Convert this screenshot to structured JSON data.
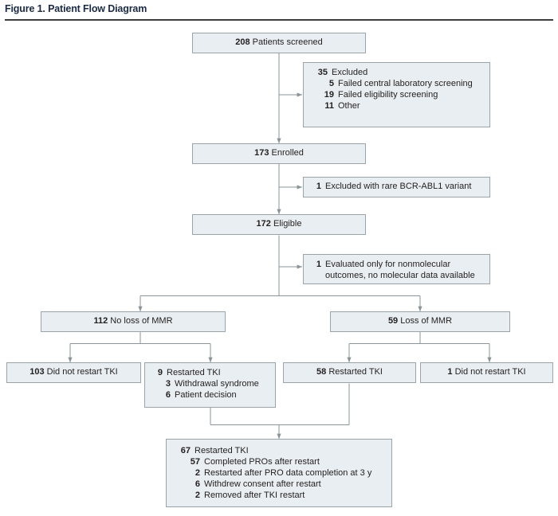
{
  "figure": {
    "title": "Figure 1. Patient Flow Diagram",
    "rule_color": "#3d3d3d",
    "box_fill": "#e8eef1",
    "box_border": "#9aa3a8",
    "connector_color": "#8a9499",
    "text_color": "#231f20",
    "title_color": "#1b2a44"
  },
  "chart_data": {
    "type": "diagram",
    "title": "Figure 1. Patient Flow Diagram",
    "nodes": [
      {
        "id": "screened",
        "count": "208",
        "label": "Patients screened"
      },
      {
        "id": "excluded",
        "count": "35",
        "label": "Excluded",
        "children": [
          {
            "count": "5",
            "label": "Failed central laboratory screening"
          },
          {
            "count": "19",
            "label": "Failed eligibility screening"
          },
          {
            "count": "11",
            "label": "Other"
          }
        ]
      },
      {
        "id": "enrolled",
        "count": "173",
        "label": "Enrolled"
      },
      {
        "id": "excl_variant",
        "count": "1",
        "label": "Excluded with rare BCR-ABL1 variant"
      },
      {
        "id": "eligible",
        "count": "172",
        "label": "Eligible"
      },
      {
        "id": "nonmolecular",
        "count": "1",
        "label": "Evaluated only for nonmolecular outcomes, no molecular data available",
        "label_line1": "Evaluated only for nonmolecular",
        "label_line2": "outcomes, no molecular data available"
      },
      {
        "id": "no_loss_mmr",
        "count": "112",
        "label": "No loss of MMR"
      },
      {
        "id": "loss_mmr",
        "count": "59",
        "label": "Loss of MMR"
      },
      {
        "id": "nl_norestart",
        "count": "103",
        "label": "Did not restart TKI"
      },
      {
        "id": "nl_restart",
        "count": "9",
        "label": "Restarted TKI",
        "children": [
          {
            "count": "3",
            "label": "Withdrawal syndrome"
          },
          {
            "count": "6",
            "label": "Patient decision"
          }
        ]
      },
      {
        "id": "l_restart",
        "count": "58",
        "label": "Restarted TKI"
      },
      {
        "id": "l_norestart",
        "count": "1",
        "label": "Did not restart TKI"
      },
      {
        "id": "total_restart",
        "count": "67",
        "label": "Restarted TKI",
        "children": [
          {
            "count": "57",
            "label": "Completed PROs after restart"
          },
          {
            "count": "2",
            "label": "Restarted after PRO data completion at 3 y"
          },
          {
            "count": "6",
            "label": "Withdrew consent after restart"
          },
          {
            "count": "2",
            "label": "Removed after TKI restart"
          }
        ]
      }
    ],
    "edges": [
      {
        "from": "screened",
        "to": "excluded",
        "type": "side"
      },
      {
        "from": "screened",
        "to": "enrolled",
        "type": "down"
      },
      {
        "from": "enrolled",
        "to": "excl_variant",
        "type": "side"
      },
      {
        "from": "enrolled",
        "to": "eligible",
        "type": "down"
      },
      {
        "from": "eligible",
        "to": "nonmolecular",
        "type": "side"
      },
      {
        "from": "eligible",
        "to": "no_loss_mmr",
        "type": "split"
      },
      {
        "from": "eligible",
        "to": "loss_mmr",
        "type": "split"
      },
      {
        "from": "no_loss_mmr",
        "to": "nl_norestart",
        "type": "split"
      },
      {
        "from": "no_loss_mmr",
        "to": "nl_restart",
        "type": "split"
      },
      {
        "from": "loss_mmr",
        "to": "l_restart",
        "type": "split"
      },
      {
        "from": "loss_mmr",
        "to": "l_norestart",
        "type": "split"
      },
      {
        "from": "nl_restart",
        "to": "total_restart",
        "type": "merge"
      },
      {
        "from": "l_restart",
        "to": "total_restart",
        "type": "merge"
      }
    ]
  },
  "nodes": {
    "screened": {
      "count": "208",
      "label": "Patients screened"
    },
    "excluded": {
      "count": "35",
      "label": "Excluded",
      "c1n": "5",
      "c1l": "Failed central laboratory screening",
      "c2n": "19",
      "c2l": "Failed eligibility screening",
      "c3n": "11",
      "c3l": "Other"
    },
    "enrolled": {
      "count": "173",
      "label": "Enrolled"
    },
    "excl_variant": {
      "count": "1",
      "label": "Excluded with rare BCR-ABL1 variant"
    },
    "eligible": {
      "count": "172",
      "label": "Eligible"
    },
    "nonmolecular": {
      "count": "1",
      "line1": "Evaluated only for nonmolecular",
      "line2": "outcomes, no molecular data available"
    },
    "no_loss_mmr": {
      "count": "112",
      "label": "No loss of MMR"
    },
    "loss_mmr": {
      "count": "59",
      "label": "Loss of MMR"
    },
    "nl_norestart": {
      "count": "103",
      "label": "Did not restart TKI"
    },
    "nl_restart": {
      "count": "9",
      "label": "Restarted TKI",
      "c1n": "3",
      "c1l": "Withdrawal syndrome",
      "c2n": "6",
      "c2l": "Patient decision"
    },
    "l_restart": {
      "count": "58",
      "label": "Restarted TKI"
    },
    "l_norestart": {
      "count": "1",
      "label": "Did not restart TKI"
    },
    "total_restart": {
      "count": "67",
      "label": "Restarted TKI",
      "c1n": "57",
      "c1l": "Completed PROs after restart",
      "c2n": "2",
      "c2l": "Restarted after PRO data completion at 3 y",
      "c3n": "6",
      "c3l": "Withdrew consent after restart",
      "c4n": "2",
      "c4l": "Removed after TKI restart"
    }
  }
}
